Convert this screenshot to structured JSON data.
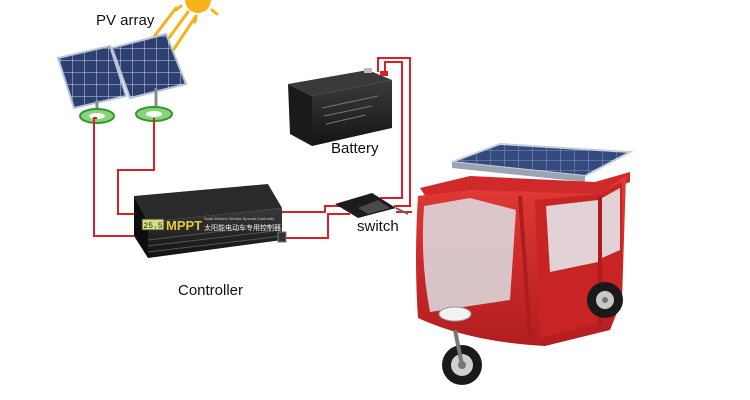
{
  "labels": {
    "pv_array": "PV array",
    "battery": "Battery",
    "switch": "switch",
    "controller": "Controller"
  },
  "controller_face": {
    "brand": "MPPT",
    "chinese_text": "太阳能电动车专用控制器",
    "english_subtext": "Solar Electric Vehicle Special Controller",
    "display": "25.5"
  },
  "colors": {
    "wire": "#d8202a",
    "vehicle_body": "#d42a2a",
    "panel_cell": "#2c3f70",
    "controller_body": "#1b1b1b",
    "battery_body": "#222222",
    "sun": "#f7b21a"
  }
}
